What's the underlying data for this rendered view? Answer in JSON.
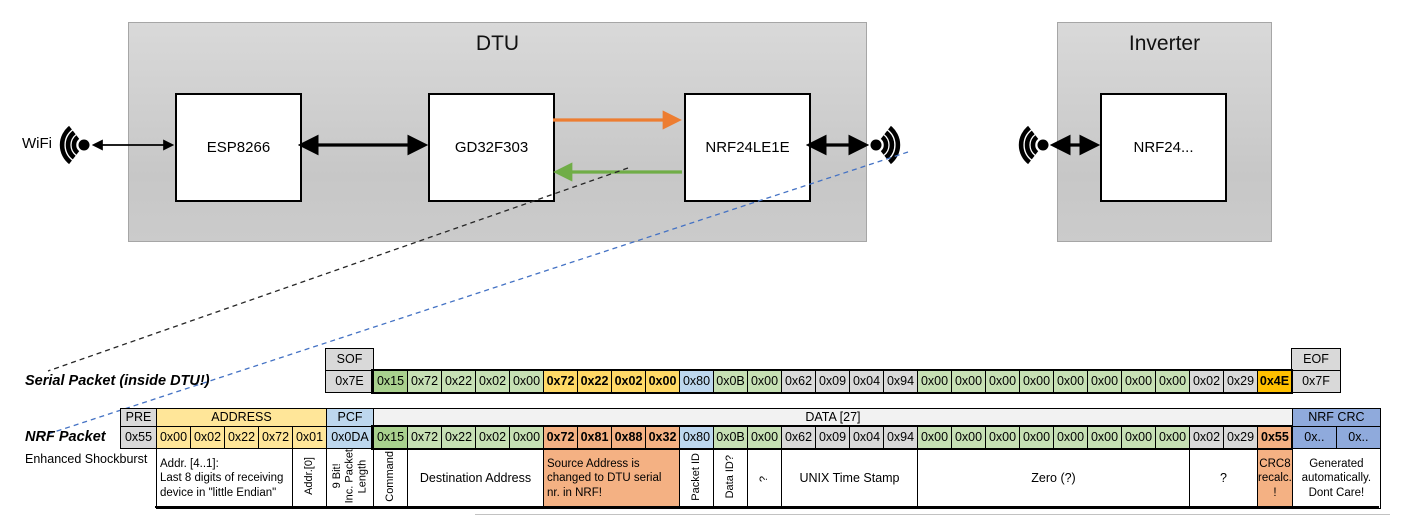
{
  "diagram": {
    "wifi_label": "WiFi",
    "dtu": {
      "title": "DTU",
      "esp": "ESP8266",
      "mcu": "GD32F303",
      "nrf": "NRF24LE1E"
    },
    "inverter": {
      "title": "Inverter",
      "nrf": "NRF24..."
    },
    "colors": {
      "orange": "#ED7D31",
      "green": "#70AD47",
      "blue": "#4472C4",
      "black": "#1a1a1a"
    }
  },
  "palette": {
    "gray": "#D9D9D9",
    "nearWhite": "#F2F2F2",
    "yellow": "#FFE699",
    "gold": "#FFD966",
    "amber": "#FFC000",
    "blueLight": "#BDD7EE",
    "blueMed": "#8FAADC",
    "greenDark": "#A9D18E",
    "greenLight": "#C6E0B4",
    "salmon": "#F4B183",
    "white": "#FFFFFF"
  },
  "serial_packet": {
    "label": "Serial Packet (inside DTU!)",
    "sof_header": "SOF",
    "sof_value": "0x7E",
    "eof_header": "EOF",
    "eof_value": "0x7F",
    "data": [
      {
        "v": "0x15",
        "c": "greenDark"
      },
      {
        "v": "0x72",
        "c": "greenLight"
      },
      {
        "v": "0x22",
        "c": "greenLight"
      },
      {
        "v": "0x02",
        "c": "greenLight"
      },
      {
        "v": "0x00",
        "c": "greenLight"
      },
      {
        "v": "0x72",
        "c": "gold",
        "b": true
      },
      {
        "v": "0x22",
        "c": "gold",
        "b": true
      },
      {
        "v": "0x02",
        "c": "gold",
        "b": true
      },
      {
        "v": "0x00",
        "c": "gold",
        "b": true
      },
      {
        "v": "0x80",
        "c": "blueLight"
      },
      {
        "v": "0x0B",
        "c": "greenLight"
      },
      {
        "v": "0x00",
        "c": "greenLight"
      },
      {
        "v": "0x62",
        "c": "gray"
      },
      {
        "v": "0x09",
        "c": "gray"
      },
      {
        "v": "0x04",
        "c": "gray"
      },
      {
        "v": "0x94",
        "c": "gray"
      },
      {
        "v": "0x00",
        "c": "greenLight"
      },
      {
        "v": "0x00",
        "c": "greenLight"
      },
      {
        "v": "0x00",
        "c": "greenLight"
      },
      {
        "v": "0x00",
        "c": "greenLight"
      },
      {
        "v": "0x00",
        "c": "greenLight"
      },
      {
        "v": "0x00",
        "c": "greenLight"
      },
      {
        "v": "0x00",
        "c": "greenLight"
      },
      {
        "v": "0x00",
        "c": "greenLight"
      },
      {
        "v": "0x02",
        "c": "gray"
      },
      {
        "v": "0x29",
        "c": "gray"
      },
      {
        "v": "0x4E",
        "c": "amber",
        "b": true
      }
    ]
  },
  "nrf_packet": {
    "label": "NRF Packet",
    "sublabel": "Enhanced Shockburst",
    "headers": [
      {
        "t": "PRE",
        "g": "pre",
        "span": 1,
        "c": "gray"
      },
      {
        "t": "ADDRESS",
        "g": "addr",
        "span": 5,
        "c": "yellow"
      },
      {
        "t": "PCF",
        "g": "pcf",
        "span": 1,
        "c": "blueLight"
      },
      {
        "t": "DATA [27]",
        "g": "data",
        "span": 27,
        "c": "nearWhite"
      },
      {
        "t": "NRF CRC",
        "g": "crc",
        "span": 2,
        "c": "blueMed"
      }
    ],
    "values": [
      {
        "v": "0x55",
        "c": "gray"
      },
      {
        "v": "0x00",
        "c": "yellow"
      },
      {
        "v": "0x02",
        "c": "yellow"
      },
      {
        "v": "0x22",
        "c": "yellow"
      },
      {
        "v": "0x72",
        "c": "yellow"
      },
      {
        "v": "0x01",
        "c": "yellow"
      },
      {
        "v": "0x0DA",
        "c": "blueLight"
      },
      {
        "v": "0x15",
        "c": "greenDark"
      },
      {
        "v": "0x72",
        "c": "greenLight"
      },
      {
        "v": "0x22",
        "c": "greenLight"
      },
      {
        "v": "0x02",
        "c": "greenLight"
      },
      {
        "v": "0x00",
        "c": "greenLight"
      },
      {
        "v": "0x72",
        "c": "salmon",
        "b": true
      },
      {
        "v": "0x81",
        "c": "salmon",
        "b": true
      },
      {
        "v": "0x88",
        "c": "salmon",
        "b": true
      },
      {
        "v": "0x32",
        "c": "salmon",
        "b": true
      },
      {
        "v": "0x80",
        "c": "blueLight"
      },
      {
        "v": "0x0B",
        "c": "greenLight"
      },
      {
        "v": "0x00",
        "c": "greenLight"
      },
      {
        "v": "0x62",
        "c": "gray"
      },
      {
        "v": "0x09",
        "c": "gray"
      },
      {
        "v": "0x04",
        "c": "gray"
      },
      {
        "v": "0x94",
        "c": "gray"
      },
      {
        "v": "0x00",
        "c": "greenLight"
      },
      {
        "v": "0x00",
        "c": "greenLight"
      },
      {
        "v": "0x00",
        "c": "greenLight"
      },
      {
        "v": "0x00",
        "c": "greenLight"
      },
      {
        "v": "0x00",
        "c": "greenLight"
      },
      {
        "v": "0x00",
        "c": "greenLight"
      },
      {
        "v": "0x00",
        "c": "greenLight"
      },
      {
        "v": "0x00",
        "c": "greenLight"
      },
      {
        "v": "0x02",
        "c": "gray"
      },
      {
        "v": "0x29",
        "c": "gray"
      },
      {
        "v": "0x55",
        "c": "salmon",
        "b": true
      },
      {
        "v": "0x..",
        "c": "blueMed"
      },
      {
        "v": "0x..",
        "c": "blueMed"
      }
    ],
    "annotations": [
      {
        "t": "Addr. [4..1]:\nLast 8 digits of receiving\ndevice in \"little Endian\"",
        "g": "addr",
        "span": 4,
        "align": "left",
        "fs": 11.5
      },
      {
        "t": "Addr.[0]",
        "g": "addr",
        "span": 1,
        "vert": true
      },
      {
        "t": "9 Bit!\nInc. Packet\nLength",
        "g": "pcf",
        "span": 1,
        "vert": true
      },
      {
        "t": "Command",
        "g": "data",
        "span": 1,
        "vert": true
      },
      {
        "t": "Destination Address",
        "g": "data",
        "span": 4
      },
      {
        "t": "Source Address is\nchanged to DTU serial\nnr. in NRF!",
        "g": "data",
        "span": 4,
        "c": "salmon",
        "align": "left",
        "fs": 11.5
      },
      {
        "t": "Packet ID",
        "g": "data",
        "span": 1,
        "vert": true
      },
      {
        "t": "Data ID?",
        "g": "data",
        "span": 1,
        "vert": true
      },
      {
        "t": "?",
        "g": "data",
        "span": 1,
        "vert": true
      },
      {
        "t": "UNIX Time Stamp",
        "g": "data",
        "span": 4
      },
      {
        "t": "Zero (?)",
        "g": "data",
        "span": 8
      },
      {
        "t": "?",
        "g": "data",
        "span": 2
      },
      {
        "t": "CRC8\nrecalc.\n!",
        "g": "data",
        "span": 1,
        "c": "salmon",
        "fs": 11.5
      },
      {
        "t": "Generated\nautomatically.\nDont Care!",
        "g": "crc",
        "span": 2,
        "fs": 11.5
      }
    ]
  }
}
